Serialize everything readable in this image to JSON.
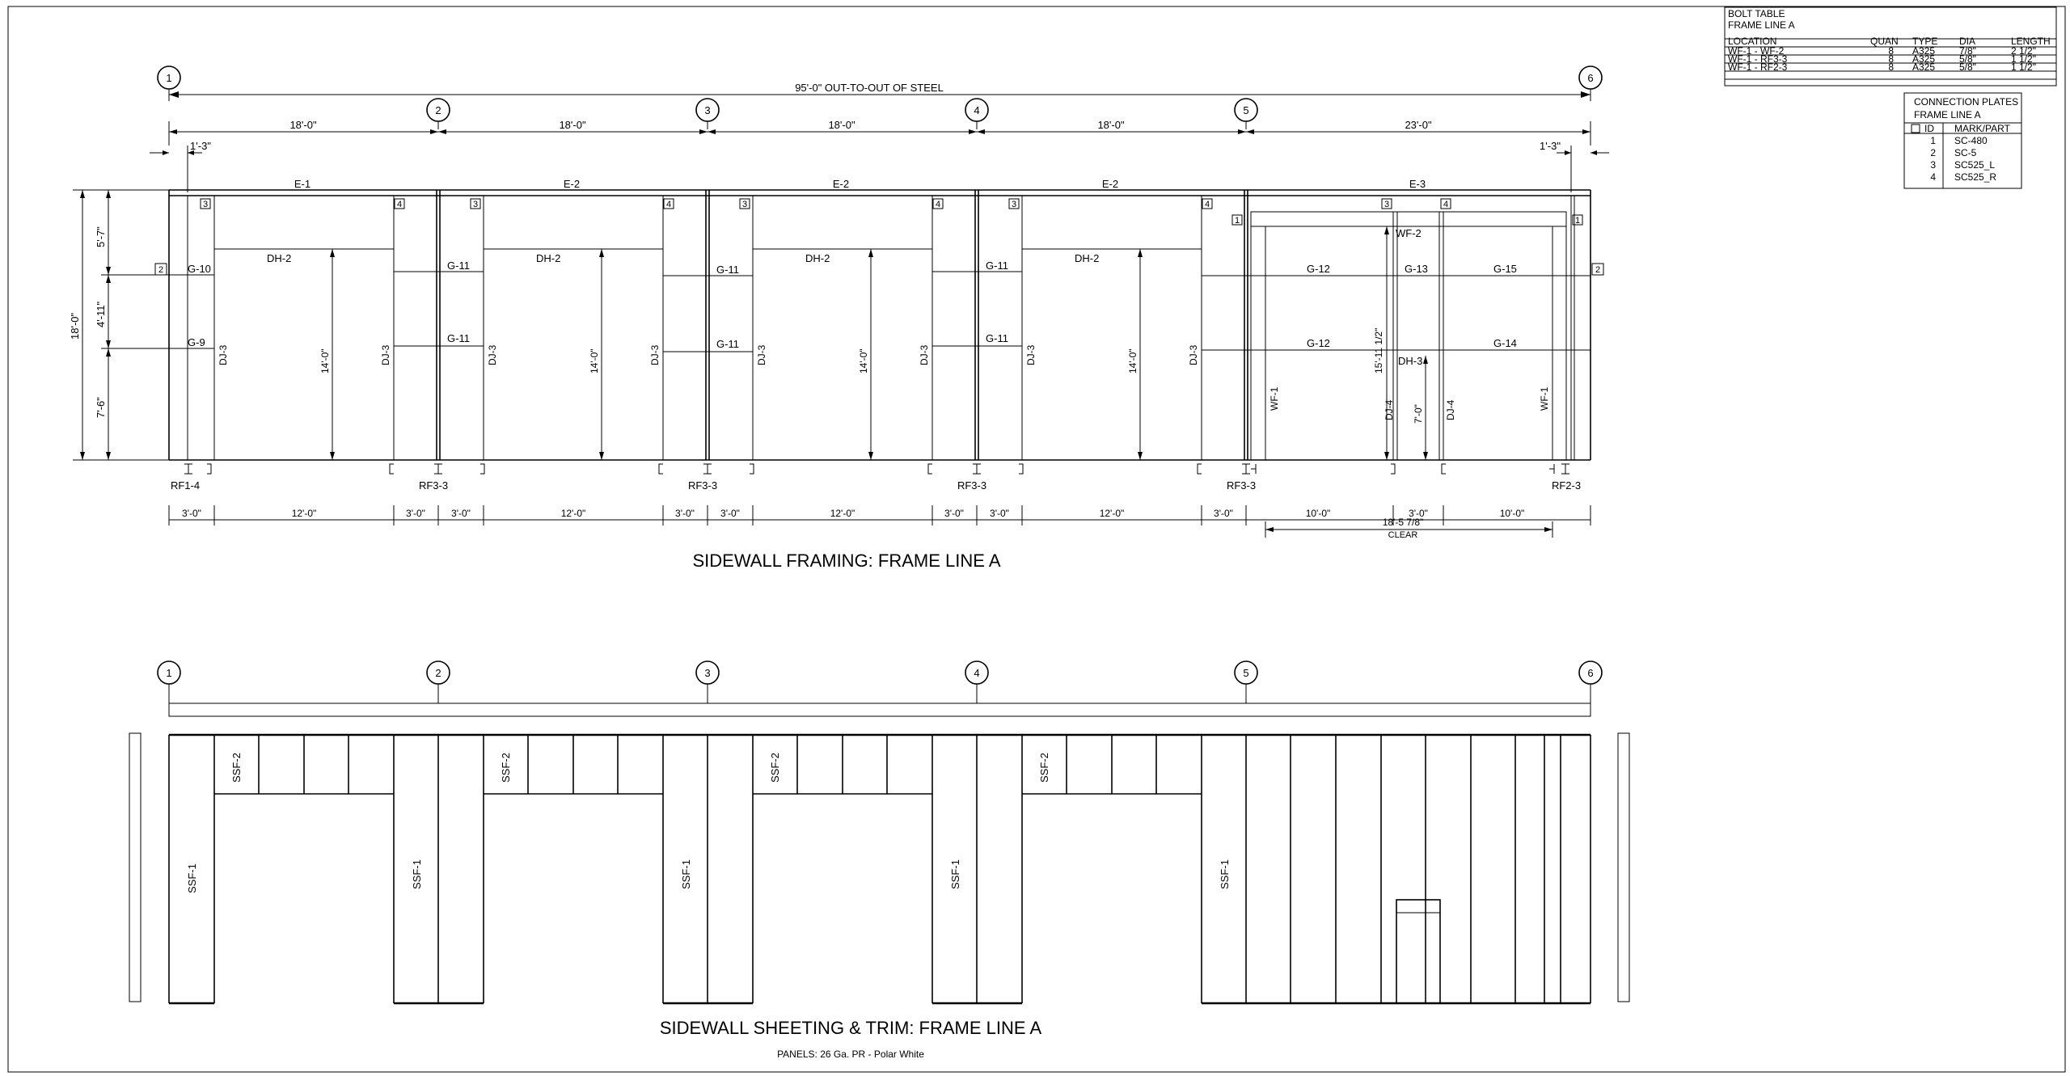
{
  "bolt_table": {
    "title": "BOLT TABLE",
    "subtitle": "FRAME LINE A",
    "headers": [
      "LOCATION",
      "QUAN",
      "TYPE",
      "DIA",
      "LENGTH"
    ],
    "rows": [
      [
        "WF-1 - WF-2",
        "8",
        "A325",
        "7/8\"",
        "2 1/2\""
      ],
      [
        "WF-1 - RF3-3",
        "8",
        "A325",
        "5/8\"",
        "1 1/2\""
      ],
      [
        "WF-1 - RF2-3",
        "8",
        "A325",
        "5/8\"",
        "1 1/2\""
      ]
    ]
  },
  "connection_plates": {
    "title": "CONNECTION PLATES",
    "subtitle": "FRAME LINE A",
    "headers": [
      "ID",
      "MARK/PART"
    ],
    "rows": [
      [
        "1",
        "SC-480"
      ],
      [
        "2",
        "SC-5"
      ],
      [
        "3",
        "SC525_L"
      ],
      [
        "4",
        "SC525_R"
      ]
    ]
  },
  "framing": {
    "title": "SIDEWALL FRAMING: FRAME LINE A",
    "overall_dim": "95'-0\"   OUT-TO-OUT OF STEEL",
    "gridlines": [
      "1",
      "2",
      "3",
      "4",
      "5",
      "6"
    ],
    "bay_dims": [
      "18'-0\"",
      "18'-0\"",
      "18'-0\"",
      "18'-0\"",
      "23'-0\""
    ],
    "offsets": [
      "1'-3\"",
      "1'-3\""
    ],
    "eave_members": [
      "E-1",
      "E-2",
      "E-2",
      "E-2",
      "E-3"
    ],
    "left_dims": [
      "5'-7\"",
      "4'-11\"",
      "7'-6\""
    ],
    "left_overall": "18'-0\"",
    "marks": {
      "g10": "G-10",
      "g9": "G-9",
      "g11": "G-11",
      "g12": "G-12",
      "g13": "G-13",
      "g14": "G-14",
      "g15": "G-15",
      "dh2": "DH-2",
      "dj3": "DJ-3",
      "dj4": "DJ-4",
      "dh3": "DH-3",
      "wf1": "WF-1",
      "wf2": "WF-2"
    },
    "door_height": "14'-0\"",
    "door_height_wf": "15'-11 1/2\"",
    "door_height_small": "7'-0\"",
    "column_marks": [
      "RF1-4",
      "RF3-3",
      "RF3-3",
      "RF3-3",
      "RF3-3",
      "RF2-3"
    ],
    "plates": [
      "1",
      "2",
      "3",
      "4"
    ],
    "bottom_dims": [
      "3'-0\"",
      "12'-0\"",
      "10'-0\""
    ],
    "clear_dim": "18'-5 7/8\"",
    "clear_label": "CLEAR"
  },
  "sheeting": {
    "title": "SIDEWALL SHEETING & TRIM: FRAME LINE A",
    "subtitle": "PANELS: 26 Ga. PR - Polar White",
    "gridlines": [
      "1",
      "2",
      "3",
      "4",
      "5",
      "6"
    ],
    "ssf1": "SSF-1",
    "ssf2": "SSF-2"
  }
}
